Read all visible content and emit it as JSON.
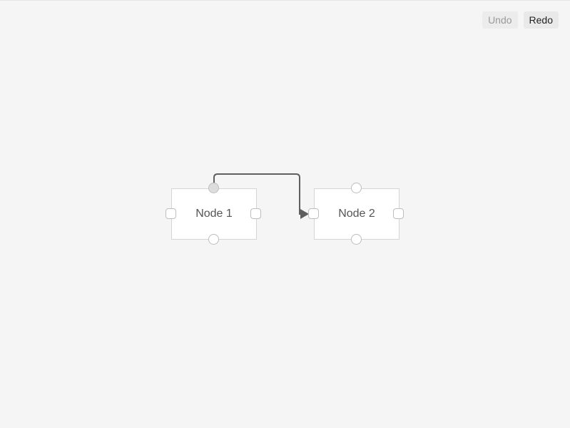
{
  "toolbar": {
    "undo_label": "Undo",
    "redo_label": "Redo",
    "undo_enabled": false,
    "redo_enabled": true
  },
  "diagram": {
    "nodes": [
      {
        "id": "node-1",
        "label": "Node 1"
      },
      {
        "id": "node-2",
        "label": "Node 2"
      }
    ],
    "edges": [
      {
        "from": "node-1",
        "from_port": "top",
        "to": "node-2",
        "to_port": "left",
        "style": "orthogonal-arrow"
      }
    ]
  },
  "colors": {
    "background": "#f5f5f5",
    "edge": "#5f5f5f",
    "node_border": "#d5d5d5",
    "port_border": "#bdbdbd"
  }
}
